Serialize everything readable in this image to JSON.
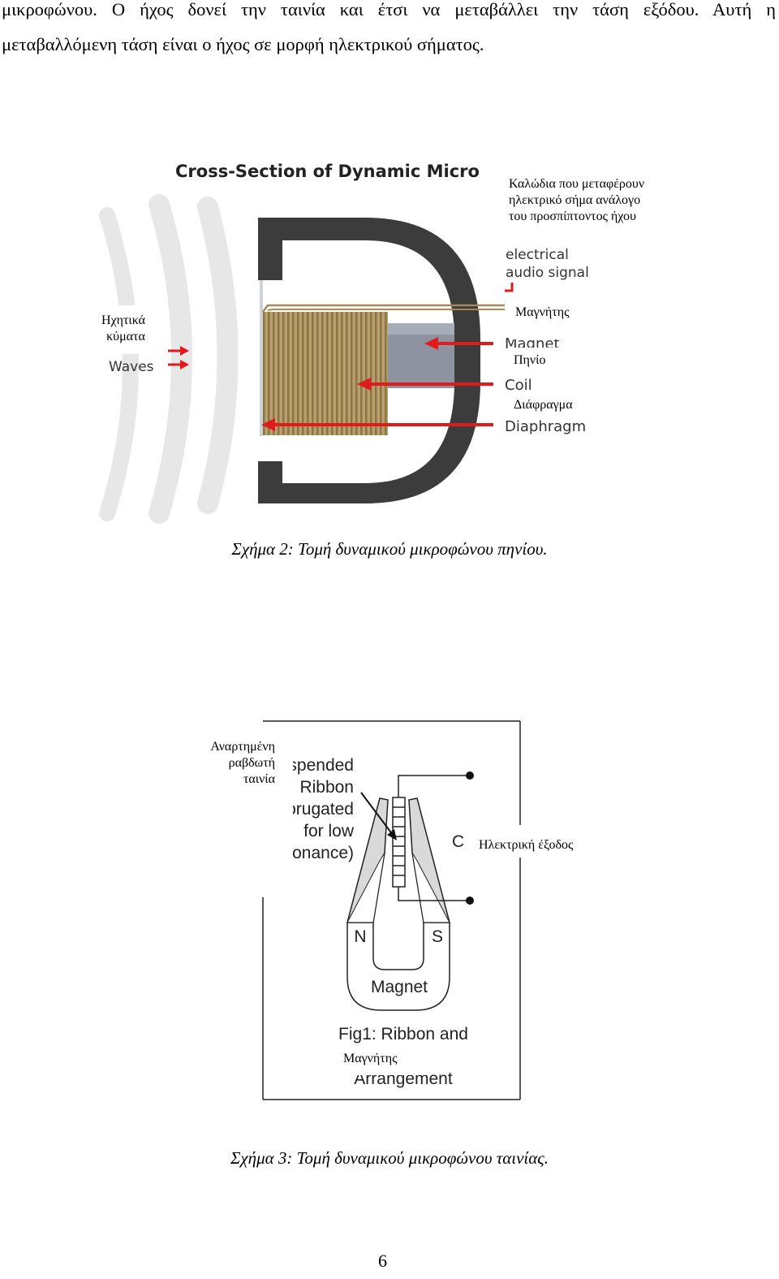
{
  "paragraph": {
    "line1": "μικροφώνου. Ο ήχος δονεί την ταινία και έτσι να μεταβάλλει την τάση εξόδου. Αυτή η",
    "line2": "μεταβαλλόμενη τάση είναι ο ήχος σε μορφή ηλεκτρικού σήματος."
  },
  "figure2": {
    "title_en": "Cross-Section of Dynamic Micro",
    "wires_label": [
      "Καλώδια που μεταφέρουν",
      "ηλεκτρικό σήμα ανάλογο",
      "του προσπίπτοντος ήχου"
    ],
    "electrical_en": [
      "electrical",
      "audio signal"
    ],
    "waves_label": [
      "Ηχητικά",
      "κύματα"
    ],
    "waves_en": "Waves",
    "magnet_label": "Μαγνήτης",
    "magnet_en": "Magnet",
    "coil_label": "Πηνίο",
    "coil_en": "Coil",
    "diaphragm_label": "Διάφραγμα",
    "diaphragm_en": "Diaphragm",
    "caption": "Σχήμα 2: Τομή δυναμικού μικροφώνου πηνίου."
  },
  "figure3": {
    "ribbon_label": [
      "Αναρτημένη",
      "ραβδωτή",
      "ταινία"
    ],
    "ribbon_en": [
      "uspended",
      "Ribbon",
      "Corugated",
      "for low",
      "esonance)"
    ],
    "c_letter": "C",
    "output_label": "Ηλεκτρική έξοδος",
    "pole_n": "N",
    "pole_s": "S",
    "magnet_en": "Magnet",
    "fig_caption_en": "Fig1: Ribbon and",
    "magnet_label": "Μαγνήτης",
    "arrangement_en": "Arrangement",
    "caption": "Σχήμα 3: Τομή δυναμικού μικροφώνου ταινίας."
  },
  "page_number": "6",
  "colors": {
    "body_dark": "#3c3c3c",
    "coil": "#a48a55",
    "magnet_grey": "#8d93a1",
    "arrow_red": "#e11b1b",
    "waves_grey": "#e6e7e6",
    "magnet_fill": "#d9d9d9"
  }
}
